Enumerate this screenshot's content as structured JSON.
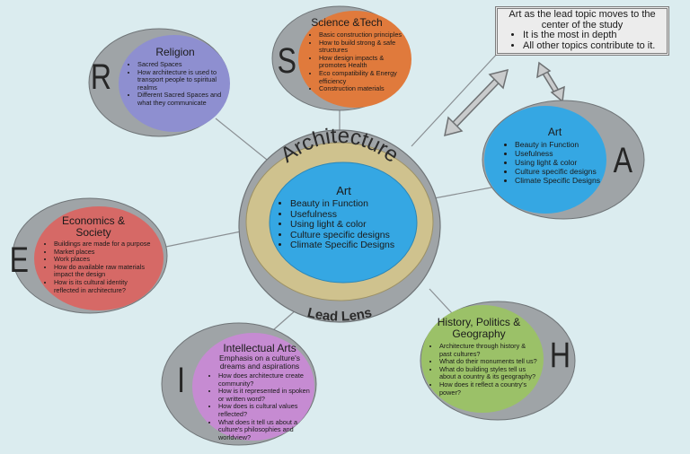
{
  "center": {
    "title": "Architecture",
    "lens": "Lead Lens",
    "inner_title": "Art",
    "items": [
      "Beauty in Function",
      "Usefulness",
      "Using light & color",
      "Culture specific designs",
      "Climate Specific Designs"
    ]
  },
  "note": {
    "line1": "Art as the lead topic moves to the center of the study",
    "items": [
      "It is the most in depth",
      "All other topics contribute to it."
    ]
  },
  "science": {
    "letter": "S",
    "title": "Science &Tech",
    "items": [
      "Basic construction principles",
      "How to build strong & safe structures",
      "How design impacts & promotes Health",
      "Eco compatibility & Energy efficiency",
      "Construction materials"
    ]
  },
  "religion": {
    "letter": "R",
    "title": "Religion",
    "items": [
      "Sacred Spaces",
      "How architecture is used to transport people to spiritual realms",
      "Different Sacred Spaces and what they communicate"
    ]
  },
  "art": {
    "letter": "A",
    "title": "Art",
    "items": [
      "Beauty in Function",
      "Usefulness",
      "Using light & color",
      "Culture specific designs",
      "Climate Specific Designs"
    ]
  },
  "economics": {
    "letter": "E",
    "title": "Economics & Society",
    "items": [
      "Buildings are made for a purpose",
      "Market places",
      "Work places",
      "How do available raw materials impact the design",
      "How is its cultural identity reflected in architecture?"
    ]
  },
  "intellectual": {
    "letter": "I",
    "title": "Intellectual Arts",
    "subtitle": "Emphasis on a culture's dreams and aspirations",
    "items": [
      "How does architecture create community?",
      "How is it represented in spoken or written word?",
      "How does is cultural values reflected?",
      "What does it tell us about a culture's philosophies and worldview?"
    ]
  },
  "history": {
    "letter": "H",
    "title": "History, Politics & Geography",
    "items": [
      "Architecture through history & past cultures?",
      "What do their monuments tell us?",
      "What do building styles tell us about a country & its geography?",
      "How does it reflect a country's power?"
    ]
  },
  "colors": {
    "background": "#dbecef",
    "gray_ellipse": "#9fa4a7",
    "orange": "#e07a3c",
    "purple": "#8e8fd0",
    "blue": "#35a7e3",
    "red": "#d66966",
    "violet": "#c68bd2",
    "green": "#9bc168",
    "tan": "#cfc28e"
  }
}
